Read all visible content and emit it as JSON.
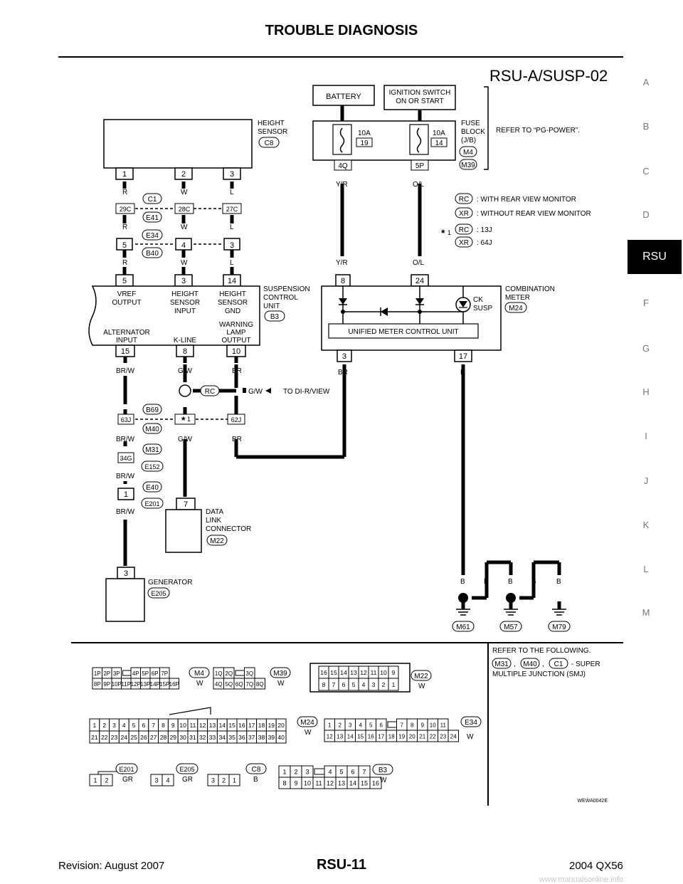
{
  "header": {
    "title": "TROUBLE DIAGNOSIS",
    "diagram_code": "RSU-A/SUSP-02"
  },
  "sections": [
    "A",
    "B",
    "C",
    "D",
    "RSU",
    "F",
    "G",
    "H",
    "I",
    "J",
    "K",
    "L",
    "M"
  ],
  "footer": {
    "left": "Revision: August 2007",
    "center": "RSU-11",
    "right": "2004 QX56",
    "watermark": "www.manualsonline.info"
  },
  "components": {
    "battery": "BATTERY",
    "ignition": [
      "IGNITION SWITCH",
      "ON OR START"
    ],
    "fuse_block": [
      "FUSE",
      "BLOCK",
      "(J/B)"
    ],
    "fuse_refer": "REFER TO “PG-POWER”.",
    "fuse1": {
      "amp": "10A",
      "num": "19"
    },
    "fuse2": {
      "amp": "10A",
      "num": "14"
    },
    "fuse_connectors": [
      "M4",
      "M39"
    ],
    "height_sensor": [
      "HEIGHT",
      "SENSOR"
    ],
    "height_sensor_conn": "C8",
    "suspension_unit": [
      "SUSPENSION",
      "CONTROL",
      "UNIT"
    ],
    "suspension_conn": "B3",
    "combination_meter": [
      "COMBINATION",
      "METER"
    ],
    "combination_conn": "M24",
    "ck_susp": [
      "CK",
      "SUSP"
    ],
    "unified_meter": "UNIFIED METER CONTROL UNIT",
    "data_link": [
      "DATA",
      "LINK",
      "CONNECTOR"
    ],
    "data_link_conn": "M22",
    "generator": "GENERATOR",
    "generator_conn": "E205",
    "su_labels": {
      "vref": [
        "VREF",
        "OUTPUT"
      ],
      "hs_input": [
        "HEIGHT",
        "SENSOR",
        "INPUT"
      ],
      "hs_gnd": [
        "HEIGHT",
        "SENSOR",
        "GND"
      ],
      "alternator": [
        "ALTERNATOR",
        "INPUT"
      ],
      "kline": "K-LINE",
      "warning": [
        "WARNING",
        "LAMP",
        "OUTPUT"
      ]
    },
    "di_rview": "TO DI-R/VIEW"
  },
  "legend": {
    "rc": "RC",
    "rc_text": ": WITH REAR VIEW MONITOR",
    "xr": "XR",
    "xr_text": ": WITHOUT REAR VIEW MONITOR",
    "star1": "1",
    "rc_val": ": 13J",
    "xr_val": ": 64J"
  },
  "pins": {
    "hs": [
      "1",
      "2",
      "3"
    ],
    "c1_row": [
      "29C",
      "28C",
      "27C"
    ],
    "c1_conn": [
      "C1",
      "E41"
    ],
    "e34_row": [
      "5",
      "4",
      "3"
    ],
    "e34_conn": [
      "E34",
      "B40"
    ],
    "su_top": [
      "5",
      "3",
      "14"
    ],
    "su_bot": [
      "15",
      "8",
      "10"
    ],
    "fuse_out": [
      "4Q",
      "5P"
    ],
    "cm_top": [
      "8",
      "24"
    ],
    "cm_bot": [
      "3",
      "17"
    ],
    "b69": [
      "63J",
      "62J"
    ],
    "b69_conn": [
      "B69",
      "M40"
    ],
    "m31": "34G",
    "m31_conn": [
      "M31",
      "E152"
    ],
    "e40": "1",
    "e40_conn": [
      "E40",
      "E201"
    ],
    "dl": "7",
    "gen": "3"
  },
  "wires": {
    "hs": [
      "R",
      "W",
      "L"
    ],
    "fuse": [
      "Y/R",
      "O/L"
    ],
    "su_bot": [
      "BR/W",
      "G/W",
      "BR"
    ],
    "cm_bot": [
      "BR",
      "B"
    ],
    "b69": [
      "BR/W",
      "G/W",
      "BR"
    ],
    "m31": "BR/W",
    "e40": "BR/W",
    "g_w": "G/W",
    "grounds": [
      "B",
      "B",
      "B",
      "B",
      "B"
    ]
  },
  "grounds": [
    "M61",
    "M57",
    "M79"
  ],
  "connectors": {
    "refer": [
      "REFER TO THE FOLLOWING.",
      "- SUPER",
      "MULTIPLE JUNCTION (SMJ)"
    ],
    "refer_conns": [
      "M31",
      "M40",
      "C1"
    ],
    "m4": {
      "name": "M4",
      "color": "W",
      "row1": [
        "1P",
        "2P",
        "3P",
        "",
        "4P",
        "5P",
        "6P",
        "7P"
      ],
      "row2": [
        "8P",
        "9P",
        "10P",
        "11P",
        "12P",
        "13P",
        "14P",
        "15P",
        "16P"
      ]
    },
    "m39": {
      "name": "M39",
      "color": "W",
      "row1": [
        "1Q",
        "2Q",
        "",
        "3Q"
      ],
      "row2": [
        "4Q",
        "5Q",
        "6Q",
        "7Q",
        "8Q"
      ]
    },
    "m22": {
      "name": "M22",
      "color": "W",
      "row1": [
        "16",
        "15",
        "14",
        "13",
        "12",
        "11",
        "10",
        "9"
      ],
      "row2": [
        "8",
        "7",
        "6",
        "5",
        "4",
        "3",
        "2",
        "1"
      ]
    },
    "m24": {
      "name": "M24",
      "color": "W",
      "row1": [
        "1",
        "2",
        "3",
        "4",
        "5",
        "6",
        "7",
        "8",
        "9",
        "10",
        "11",
        "12",
        "13",
        "14",
        "15",
        "16",
        "17",
        "18",
        "19",
        "20"
      ],
      "row2": [
        "21",
        "22",
        "23",
        "24",
        "25",
        "26",
        "27",
        "28",
        "29",
        "30",
        "31",
        "32",
        "33",
        "34",
        "35",
        "36",
        "37",
        "38",
        "39",
        "40"
      ]
    },
    "e34": {
      "name": "E34",
      "color": "W",
      "row1": [
        "1",
        "2",
        "3",
        "4",
        "5",
        "6",
        "",
        "7",
        "8",
        "9",
        "10",
        "11"
      ],
      "row2": [
        "12",
        "13",
        "14",
        "15",
        "16",
        "17",
        "18",
        "19",
        "20",
        "21",
        "22",
        "23",
        "24"
      ]
    },
    "e201": {
      "name": "E201",
      "color": "GR",
      "pins": [
        "1",
        "2"
      ]
    },
    "e205": {
      "name": "E205",
      "color": "GR",
      "pins": [
        "3",
        "4"
      ]
    },
    "c8": {
      "name": "C8",
      "color": "B",
      "pins": [
        "3",
        "2",
        "1"
      ]
    },
    "b3": {
      "name": "B3",
      "color": "W",
      "row1": [
        "1",
        "2",
        "3",
        "",
        "4",
        "5",
        "6",
        "7"
      ],
      "row2": [
        "8",
        "9",
        "10",
        "11",
        "12",
        "13",
        "14",
        "15",
        "16"
      ]
    }
  },
  "figure_id": "WEWA0042E"
}
